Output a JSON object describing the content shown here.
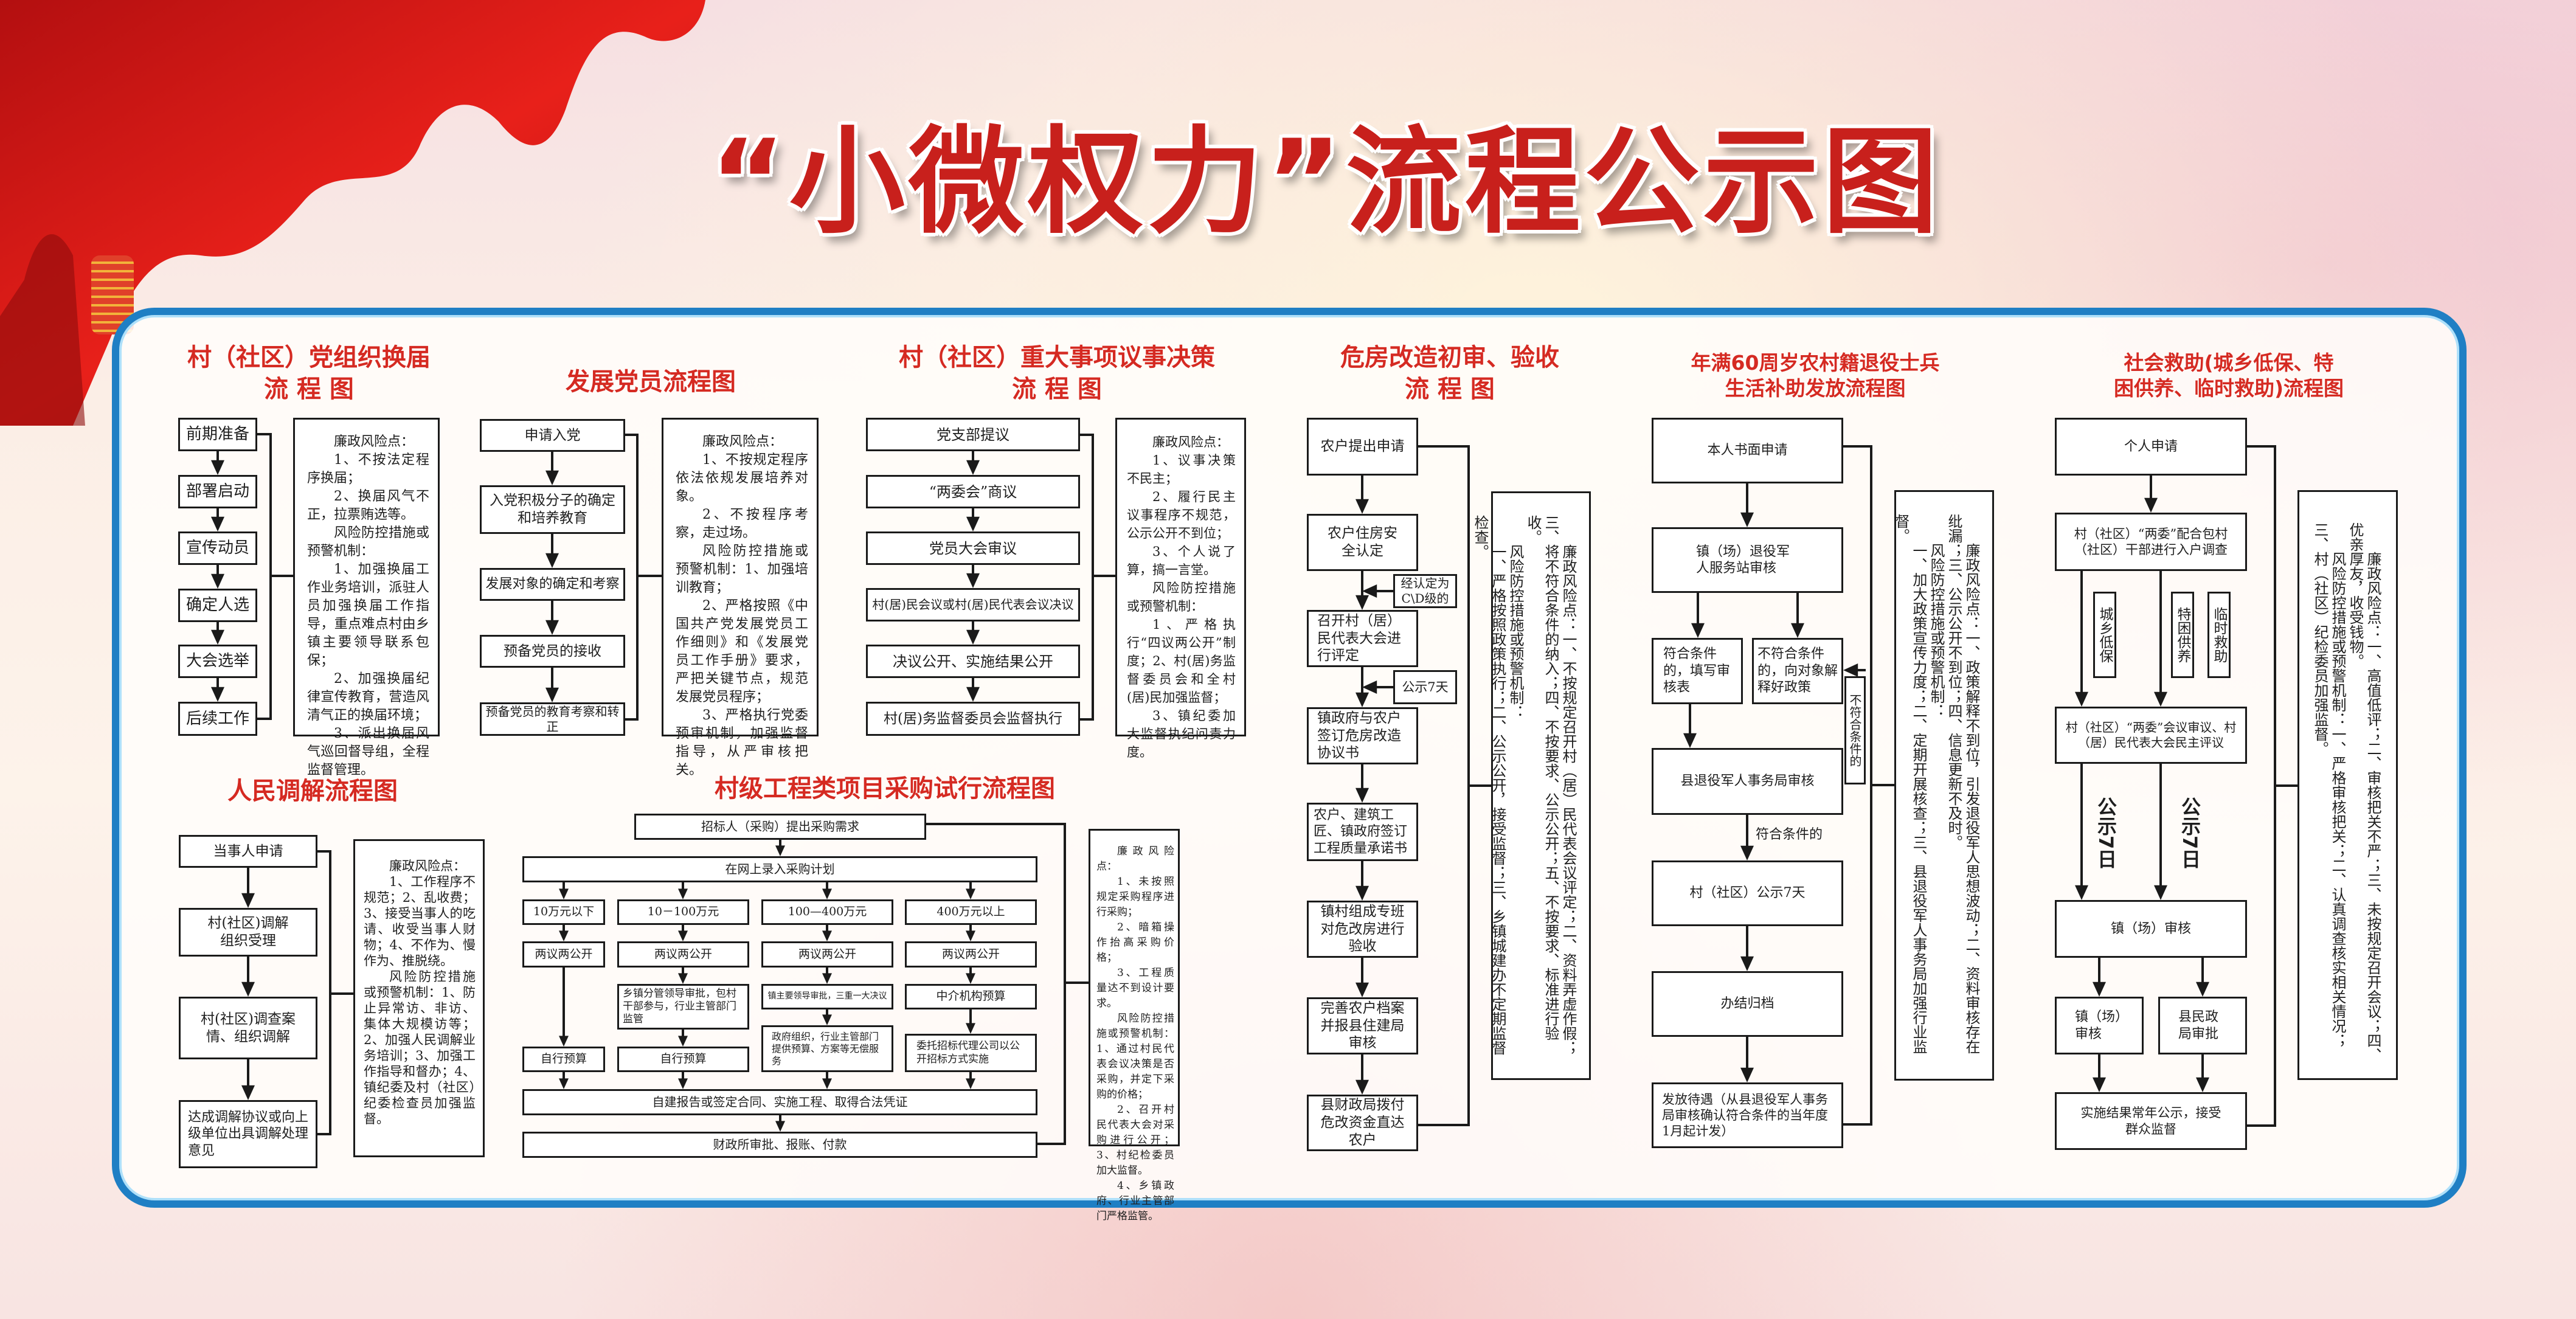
{
  "title": "“小微权力”流程公示图",
  "colors": {
    "title_red": "#c8201c",
    "section_red": "#d52a22",
    "panel_border": "#1f7fc4"
  },
  "party_election": {
    "title_line1": "村（社区）党组织换届",
    "title_line2": "流 程 图",
    "steps": [
      "前期准备",
      "部署启动",
      "宣传动员",
      "确定人选",
      "大会选举",
      "后续工作"
    ],
    "risk": [
      "廉政风险点：",
      "1、不按法定程序换届；",
      "2、换届风气不正，拉票贿选等。",
      "风险防控措施或预警机制：",
      "1、加强换届工作业务培训，派驻人员加强换届工作指导，重点难点村由乡镇主要领导联系包保；",
      "2、加强换届纪律宣传教育，营造风清气正的换届环境；",
      "3、派出换届风气巡回督导组，全程监督管理。"
    ]
  },
  "party_member": {
    "title": "发展党员流程图",
    "steps": [
      "申请入党",
      "入党积极分子的确定和培养教育",
      "发展对象的确定和考察",
      "预备党员的接收",
      "预备党员的教育考察和转正"
    ],
    "risk": [
      "廉政风险点：",
      "1、不按规定程序依法依规发展培养对象。",
      "2、不按程序考察，走过场。",
      "风险防控措施或预警机制：1、加强培训教育；",
      "2、严格按照《中国共产党发展党员工作细则》和《发展党员工作手册》要求，严把关键节点，规范发展党员程序；",
      "3、严格执行党委预审机制，加强监督指导，从严审核把关。"
    ]
  },
  "major_decision": {
    "title_line1": "村（社区）重大事项议事决策",
    "title_line2": "流 程 图",
    "steps": [
      "党支部提议",
      "“两委会”商议",
      "党员大会审议",
      "村(居)民会议或村(居)民代表会议决议",
      "决议公开、实施结果公开",
      "村(居)务监督委员会监督执行"
    ],
    "risk": [
      "廉政风险点：",
      "1、议事决策不民主；",
      "2、履行民主议事程序不规范，公示公开不到位；",
      "3、个人说了算，搞一言堂。",
      "风险防控措施或预警机制：",
      "1、严格执行“四议两公开”制度；2、村(居)务监督委员会和全村(居)民加强监督；",
      "3、镇纪委加大监督执纪问责力度。"
    ]
  },
  "housing": {
    "title_line1": "危房改造初审、验收",
    "title_line2": "流 程 图",
    "steps": [
      "农户提出申请",
      "农户住房安全认定",
      "召开村（居）民代表大会进行评定",
      "镇政府与农户签订危房改造协议书",
      "农户、建筑工匠、镇政府签订工程质量承诺书",
      "镇村组成专班对危改房进行验收",
      "完善农户档案并报县住建局审核",
      "县财政局拨付危改资金直达农户"
    ],
    "notes": [
      "经认定为C\\D级的",
      "公示7天"
    ],
    "risk": [
      "廉政风险点：一、不按规定召开村（居）民代表会议评定；二、资料弄虚作假；三、将不符合条件的纳入；四、不按要求、公示公开；五、不按要求、标准进行验收。",
      "风险防控措施或预警机制：",
      "一、严格按照政策执行；二、公示公开，接受监督；三、乡镇城建办不定期监督检查。"
    ]
  },
  "veteran": {
    "title_line1": "年满60周岁农村籍退役士兵",
    "title_line2": "生活补助发放流程图",
    "steps": {
      "apply": "本人书面申请",
      "station": "镇（场）退役军人服务站审核",
      "eligible": "符合条件的，填写审核表",
      "ineligible": "不符合条件的，向对象解释好政策",
      "county": "县退役军人事务局审核",
      "publicity": "村（社区）公示7天",
      "archive": "办结归档",
      "payout": "发放待遇（从县退役军人事务局审核确认符合条件的当年度1月起计发）"
    },
    "labels": {
      "not_eligible": "不符合条件的",
      "eligible": "符合条件的"
    },
    "risk": [
      "廉政风险点：一、政策解释不到位，引发退役军人思想波动；二、资料审核存在纰漏；三、公示公开不到位；四、信息更新不及时。",
      "风险防控措施或预警机制：",
      "一、加大政策宣传力度；二、定期开展核查；三、县退役军人事务局加强行业监督。"
    ]
  },
  "social_aid": {
    "title_line1": "社会救助(城乡低保、特",
    "title_line2": "困供养、临时救助)流程图",
    "steps": {
      "apply": "个人申请",
      "survey": "村（社区）“两委”配合包村（社区）干部进行入户调查",
      "categories": [
        "城乡低保",
        "特困供养",
        "临时救助"
      ],
      "review": "村（社区）“两委”会议审议、村（居）民代表大会民主评议",
      "publicity": "公示7日",
      "town": "镇（场）审核",
      "town_small": "镇（场）审核",
      "county": "县民政局审批",
      "result": "实施结果常年公示，接受群众监督"
    },
    "risk": [
      "廉政风险点：一、高值低评；二、审核把关不严；三、未按规定召开会议；四、优亲厚友，收受钱物。",
      "风险防控措施或预警机制：一、严格审核把关；二、认真调查核实相关情况；三、村（社区）纪检委员加强监督。"
    ]
  },
  "mediation": {
    "title": "人民调解流程图",
    "steps": [
      "当事人申请",
      "村(社区)调解组织受理",
      "村(社区)调查案情、组织调解",
      "达成调解协议或向上级单位出具调解处理意见"
    ],
    "risk": [
      "廉政风险点：",
      "1、工作程序不规范；2、乱收费；3、接受当事人的吃请、收受当事人财物；4、不作为、慢作为、推脱绕。",
      "风险防控措施或预警机制：1、防止异常访、非访、集体大规模访等；2、加强人民调解业务培训；3、加强工作指导和督办；4、镇纪委及村（社区）纪委检查员加强监督。"
    ]
  },
  "procurement": {
    "title": "村级工程类项目采购试行流程图",
    "request": "招标人（采购）提出采购需求",
    "plan": "在网上录入采购计划",
    "columns": [
      {
        "range": "10万元以下",
        "discuss": "两议两公开",
        "budget": "自行预算"
      },
      {
        "range": "10－100万元",
        "discuss": "两议两公开",
        "approval": "乡镇分管领导审批，包村干部参与，行业主管部门监管",
        "budget": "自行预算"
      },
      {
        "range": "100—400万元",
        "discuss": "两议两公开",
        "approval": "镇主要领导审批，三重一大决议",
        "budget": "政府组织，行业主管部门提供预算、方案等无偿服务"
      },
      {
        "range": "400万元以上",
        "discuss": "两议两公开",
        "approval": "中介机构预算",
        "budget": "委托招标代理公司以公开招标方式实施"
      }
    ],
    "contract": "自建报告或签定合同、实施工程、取得合法凭证",
    "payment": "财政所审批、报账、付款",
    "risk": [
      "廉政风险点：",
      "1、未按照规定采购程序进行采购；",
      "2、暗箱操作抬高采购价格；",
      "3、工程质量达不到设计要求。",
      "风险防控措施或预警机制：1、通过村民代表会议决策是否采购，并定下采购的价格；",
      "2、召开村民代表大会对采购进行公开；3、村纪检委员加大监督。",
      "4、乡镇政府、行业主管部门严格监管。"
    ]
  }
}
